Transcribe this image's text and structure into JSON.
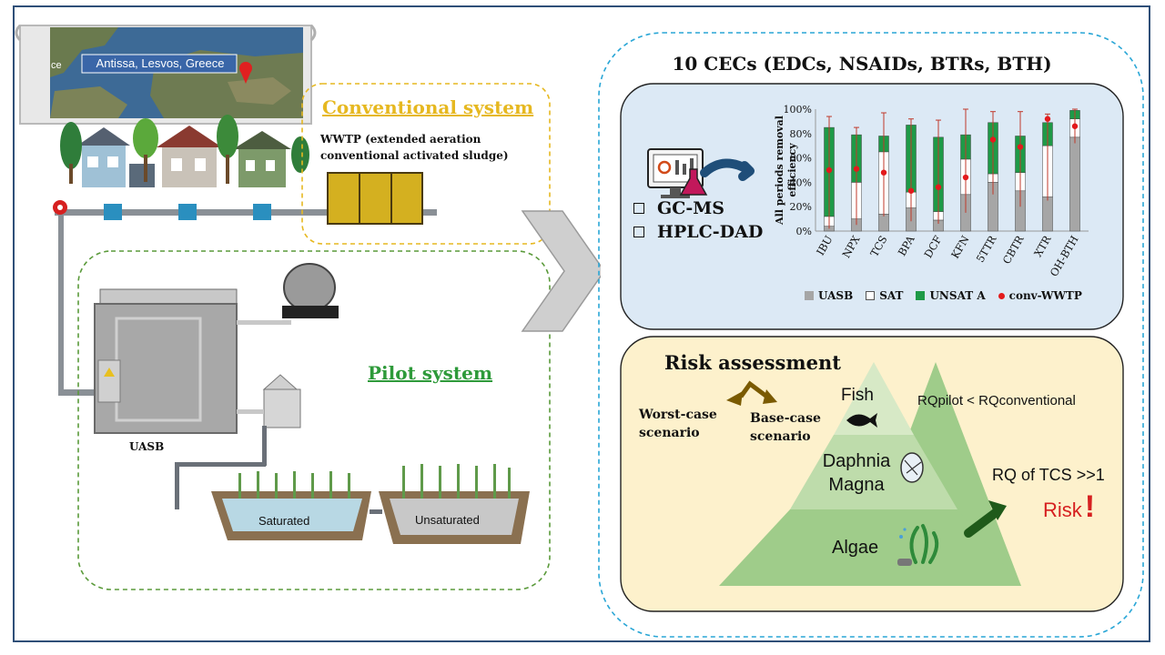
{
  "map": {
    "location": "Antissa, Lesvos, Greece",
    "land_letter": "ce"
  },
  "conventional": {
    "title": "Conventional system",
    "wwtp_line1": "WWTP (extended aeration",
    "wwtp_line2": "conventional activated sludge)"
  },
  "pilot": {
    "title": "Pilot system",
    "uasb_label": "UASB",
    "saturated_label": "Saturated",
    "unsaturated_label": "Unsaturated"
  },
  "cec": {
    "title": "10 CECs (EDCs, NSAIDs, BTRs, BTH)",
    "methods": [
      "GC-MS",
      "HPLC-DAD"
    ]
  },
  "chart_data": {
    "type": "bar",
    "ylabel_line1": "All periods removal",
    "ylabel_line2": "efficiency",
    "categories": [
      "IBU",
      "NPX",
      "TCS",
      "BPA",
      "DCF",
      "KFN",
      "5TTR",
      "CBTR",
      "XTR",
      "OH-BTH"
    ],
    "ylim": [
      0,
      100
    ],
    "yticks": [
      "0%",
      "20%",
      "40%",
      "60%",
      "80%",
      "100%"
    ],
    "series": [
      {
        "name": "UASB",
        "values": [
          4,
          10,
          14,
          19,
          9,
          30,
          40,
          33,
          28,
          77
        ],
        "color": "#a6a6a6"
      },
      {
        "name": "SAT",
        "values": [
          8,
          30,
          51,
          13,
          7,
          29,
          7,
          15,
          42,
          15
        ],
        "color": "#ffffff"
      },
      {
        "name": "UNSAT A",
        "values": [
          73,
          39,
          13,
          55,
          61,
          20,
          42,
          30,
          19,
          7
        ],
        "color": "#1e9a47"
      }
    ],
    "conv_wwtp": {
      "name": "conv-WWTP",
      "values": [
        50,
        51,
        48,
        33,
        36,
        44,
        75,
        69,
        92,
        86
      ],
      "color": "#e31a1c"
    },
    "error_upper": [
      94,
      85,
      97,
      92,
      91,
      100,
      98,
      98,
      96,
      100
    ],
    "error_lower": [
      2,
      5,
      12,
      8,
      6,
      15,
      30,
      20,
      25,
      72
    ],
    "legend_position": "bottom"
  },
  "risk": {
    "title": "Risk assessment",
    "worst_case_line1": "Worst-case",
    "worst_case_line2": "scenario",
    "base_case_line1": "Base-case",
    "base_case_line2": "scenario",
    "fish": "Fish",
    "daphnia_line1": "Daphnia",
    "daphnia_line2": "Magna",
    "algae": "Algae",
    "rq_compare": "RQpilot < RQconventional",
    "rq_tcs": "RQ of TCS >>1",
    "risk_word": "Risk",
    "exclamation": "!"
  }
}
